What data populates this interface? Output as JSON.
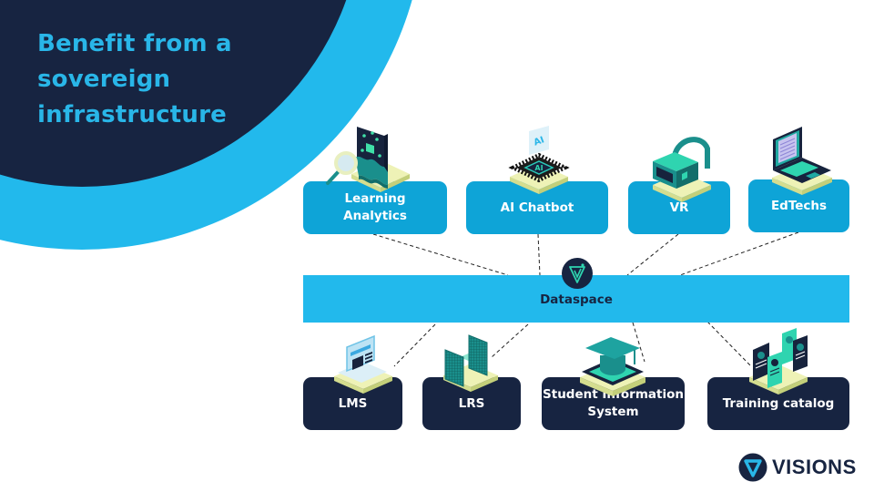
{
  "slide": {
    "title_lines": [
      "Benefit from a",
      "sovereign",
      "infrastructure"
    ]
  },
  "top_services": [
    {
      "label_lines": [
        "Learning",
        "Analytics"
      ],
      "icon": "learning-analytics-icon"
    },
    {
      "label_lines": [
        "AI Chatbot"
      ],
      "icon": "ai-chip-icon",
      "icon_text": "AI"
    },
    {
      "label_lines": [
        "VR"
      ],
      "icon": "vr-headset-icon"
    },
    {
      "label_lines": [
        "EdTechs"
      ],
      "icon": "laptop-icon"
    }
  ],
  "hub": {
    "label": "Dataspace",
    "icon": "dataspace-logo-icon"
  },
  "bottom_services": [
    {
      "label_lines": [
        "LMS"
      ],
      "icon": "lms-laptop-icon"
    },
    {
      "label_lines": [
        "LRS"
      ],
      "icon": "lrs-panels-icon"
    },
    {
      "label_lines": [
        "Student Information",
        "System"
      ],
      "icon": "graduation-cap-icon"
    },
    {
      "label_lines": [
        "Training catalog"
      ],
      "icon": "course-cards-icon"
    }
  ],
  "brand": {
    "name": "VISIONS",
    "icon": "visions-logo-icon"
  },
  "colors": {
    "navy": "#172441",
    "sky": "#22b9ec",
    "box_blue": "#0ea4d7",
    "title": "#29b6e8",
    "mint": "#2fd4b0",
    "teal": "#1a8f8c"
  }
}
